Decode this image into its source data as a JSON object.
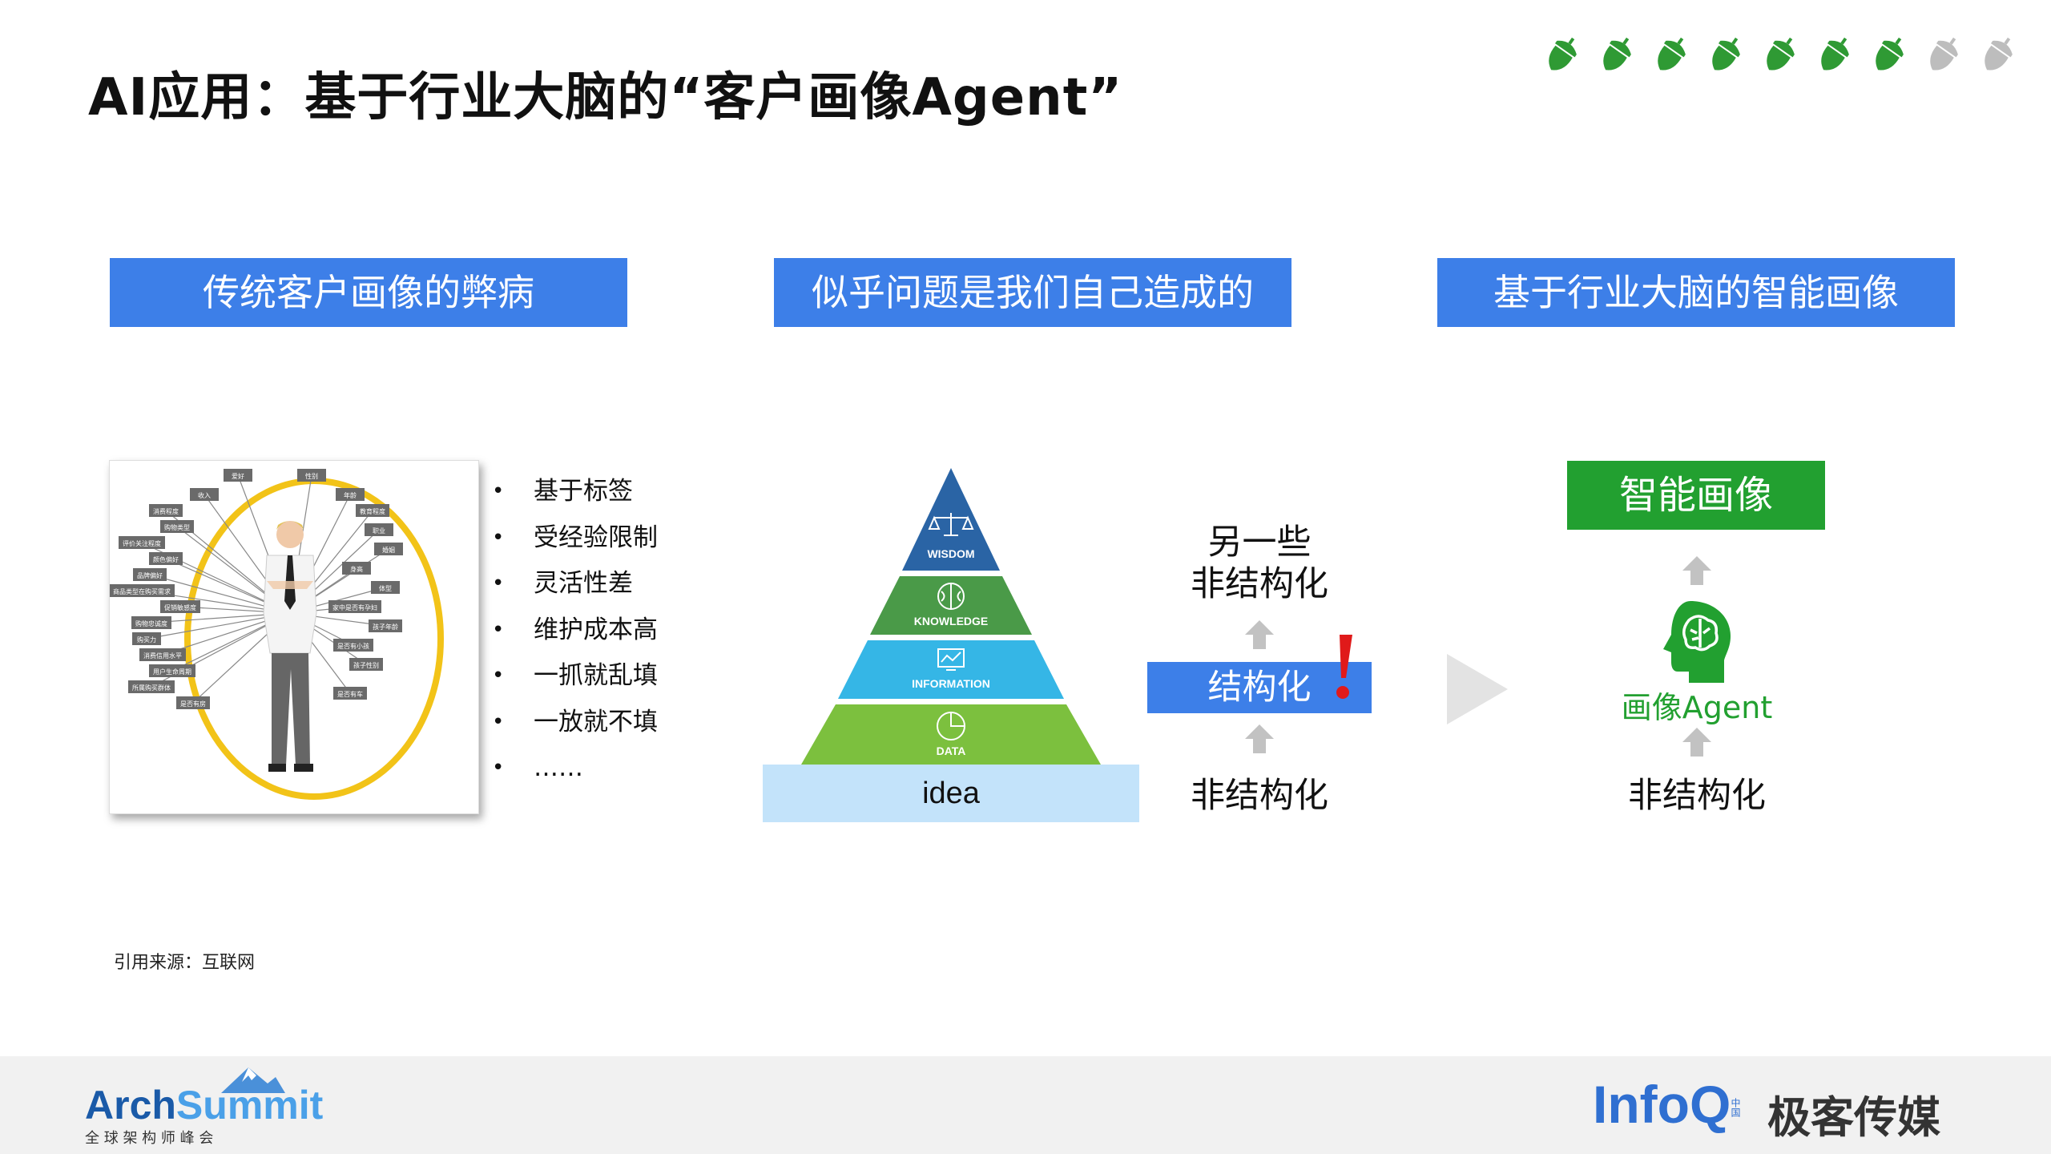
{
  "title": "AI应用：基于行业大脑的“客户画像Agent”",
  "progress": {
    "filled": 7,
    "total": 9,
    "filled_color": "#2f9a34",
    "empty_color": "#bdbdbd"
  },
  "banners": [
    {
      "label": "传统客户画像的弊病"
    },
    {
      "label": "似乎问题是我们自己造成的"
    },
    {
      "label": "基于行业大脑的智能画像"
    }
  ],
  "left_section": {
    "figure_tags": [
      "爱好",
      "性别",
      "收入",
      "年龄",
      "消费程度",
      "教育程度",
      "购物类型",
      "职业",
      "评价关注程度",
      "婚姻",
      "颜色偏好",
      "身高",
      "品牌偏好",
      "体型",
      "商品类型在购买需求",
      "家中是否有孕妇",
      "促销敏感度",
      "孩子年龄",
      "购物忠诚度",
      "是否有小孩",
      "购买力",
      "孩子性别",
      "消费信用水平",
      "是否有车",
      "用户生命周期",
      "所属购买群体",
      "是否有房"
    ],
    "bullets": [
      "基于标签",
      "受经验限制",
      "灵活性差",
      "维护成本高",
      "一抓就乱填",
      "一放就不填",
      "……"
    ]
  },
  "pyramid": {
    "layers": [
      {
        "label": "WISDOM",
        "color": "#2a64a5"
      },
      {
        "label": "KNOWLEDGE",
        "color": "#4a9a48"
      },
      {
        "label": "INFORMATION",
        "color": "#35b6e6"
      },
      {
        "label": "DATA",
        "color": "#7cc03e"
      }
    ],
    "base_label": "idea",
    "base_color": "#c3e3fa"
  },
  "middle_stack": {
    "top_line1": "另一些",
    "top_line2": "非结构化",
    "middle": "结构化",
    "bottom": "非结构化",
    "alert_color": "#e01a1a"
  },
  "right_stack": {
    "top": "智能画像",
    "agent_label": "画像Agent",
    "bottom": "非结构化",
    "accent_color": "#22a030"
  },
  "source": "引用来源：互联网",
  "footer": {
    "left_logo_a": "Arch",
    "left_logo_b": "Summit",
    "left_logo_sub": "全 球 架 构 师 峰 会",
    "right_logo_a": "InfoQ",
    "right_logo_mark": "中国",
    "right_logo_b": "极客传媒"
  }
}
